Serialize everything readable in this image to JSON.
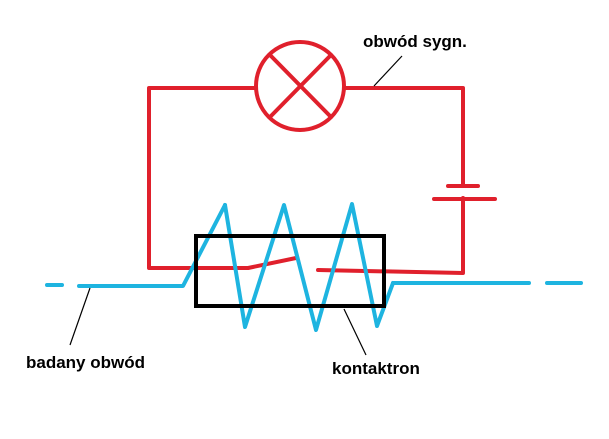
{
  "labels": {
    "signal_circuit": "obwód sygn.",
    "tested_circuit": "badany obwód",
    "reed_switch": "kontaktron"
  },
  "colors": {
    "signal_wire": "#e0202c",
    "tested_wire": "#1eb4e0",
    "housing": "#000000",
    "leader": "#000000",
    "background": "#ffffff"
  },
  "components": {
    "lamp": "lamp-icon",
    "battery": "battery-icon",
    "coil": "coil-icon",
    "contact": "reed-contact-icon"
  }
}
